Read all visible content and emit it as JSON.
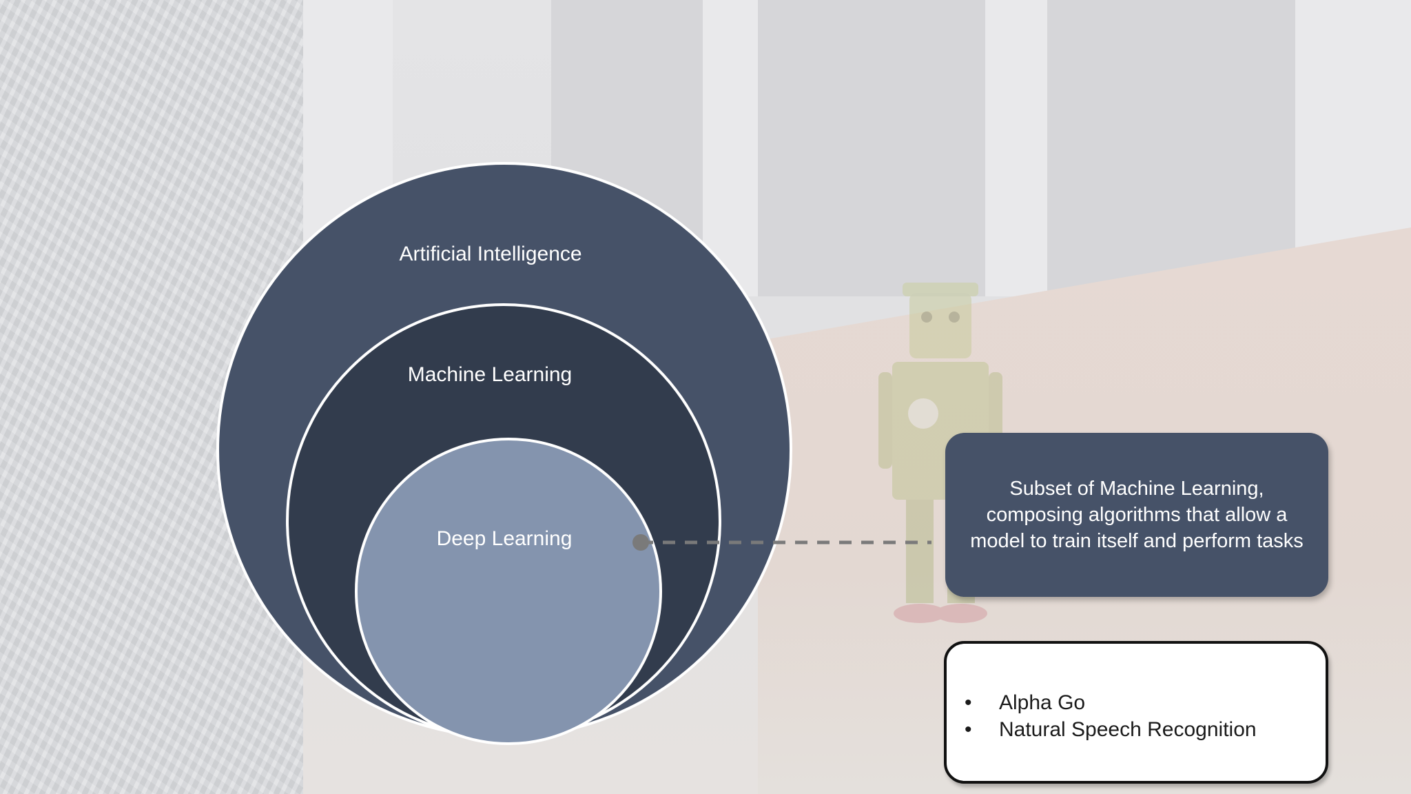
{
  "diagram": {
    "outer_label": "Artificial Intelligence",
    "middle_label": "Machine Learning",
    "inner_label": "Deep Learning"
  },
  "callout": {
    "text": "Subset of Machine Learning, composing algorithms that allow a model to train itself and perform tasks"
  },
  "examples": {
    "items": [
      "Alpha Go",
      "Natural Speech Recognition"
    ],
    "bullet": "•"
  },
  "colors": {
    "outer_circle": "#465268",
    "middle_circle": "#323c4d",
    "inner_circle": "#8494ae",
    "callout": "#465268",
    "connector": "#7a7a7a"
  }
}
